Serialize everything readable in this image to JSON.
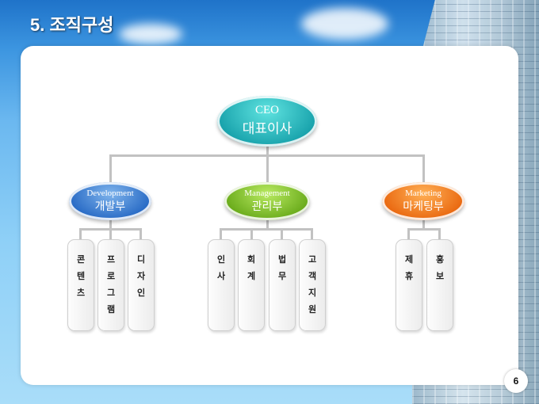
{
  "slide": {
    "title": "5. 조직구성",
    "page_number": "6"
  },
  "ceo": {
    "en": "CEO",
    "ko": "대표이사"
  },
  "divisions": [
    {
      "en": "Development",
      "ko": "개발부",
      "color": "#2a6cc6",
      "teams": [
        "콘텐츠",
        "프로그램",
        "디자인"
      ]
    },
    {
      "en": "Management",
      "ko": "관리부",
      "color": "#6cad1d",
      "teams": [
        "인사",
        "회계",
        "법무",
        "고객지원"
      ]
    },
    {
      "en": "Marketing",
      "ko": "마케팅부",
      "color": "#ea6a12",
      "teams": [
        "제휴",
        "홍보"
      ]
    }
  ]
}
